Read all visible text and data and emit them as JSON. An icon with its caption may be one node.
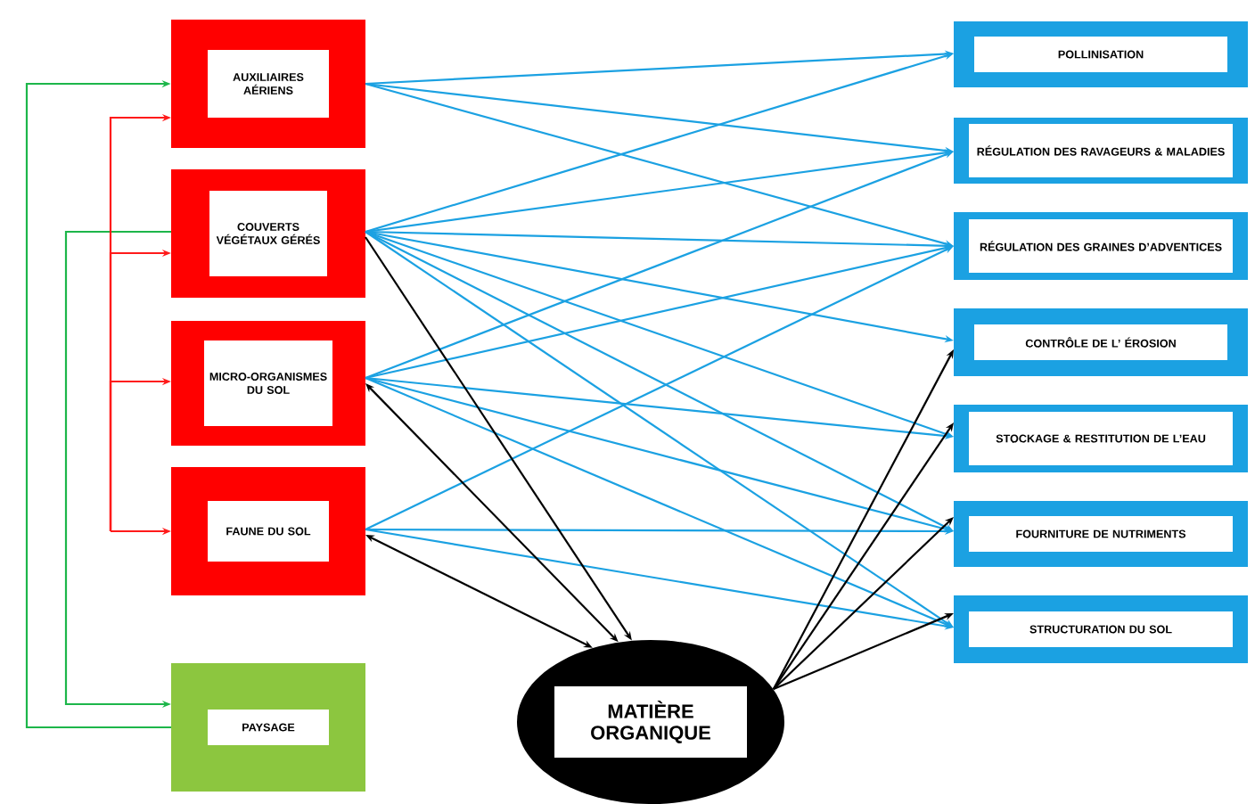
{
  "diagram": {
    "nodes": [
      {
        "text": [
          "AUXILIAIRES AÉRIENS"
        ]
      },
      {
        "text": [
          "COUVERTS VÉGÉTAUX GÉRÉS"
        ]
      },
      {
        "text": [
          "MICRO-ORGANISMES DU SOL"
        ]
      },
      {
        "text": [
          "FAUNE DU SOL"
        ]
      },
      {
        "text": [
          "PAYSAGE"
        ]
      },
      {
        "text": [
          "MATIÈRE ORGANIQUE"
        ]
      },
      {
        "text": [
          "POLLINISATION"
        ]
      },
      {
        "text": [
          "RÉGULATION DES RAVAGEURS & MALADIES"
        ]
      },
      {
        "text": [
          "RÉGULATION DES GRAINES D’ADVENTICES"
        ]
      },
      {
        "text": [
          "CONTRÔLE DE L’ ÉROSION"
        ]
      },
      {
        "text": [
          "STOCKAGE & RESTITUTION DE L’EAU"
        ]
      },
      {
        "text": [
          "FOURNITURE DE NUTRIMENTS"
        ]
      },
      {
        "text": [
          "STRUCTURATION DU SOL"
        ]
      }
    ],
    "edges": [
      {
        "from": 4,
        "to": 0,
        "arrow": "to",
        "color": "#1db64a"
      },
      {
        "from": 1,
        "to": 4,
        "arrow": "to",
        "color": "#1db64a"
      },
      {
        "from": null,
        "to": 0,
        "arrow": "to",
        "color": "#ff1a1a"
      },
      {
        "from": null,
        "to": 1,
        "arrow": "to",
        "color": "#ff1a1a"
      },
      {
        "from": null,
        "to": 2,
        "arrow": "to",
        "color": "#ff1a1a"
      },
      {
        "from": null,
        "to": 3,
        "arrow": "to",
        "color": "#ff1a1a"
      },
      {
        "from": 0,
        "to": 6,
        "arrow": "to"
      },
      {
        "from": 0,
        "to": 7,
        "arrow": "to"
      },
      {
        "from": 0,
        "to": 8,
        "arrow": "to"
      },
      {
        "from": 1,
        "to": 6,
        "arrow": "to"
      },
      {
        "from": 1,
        "to": 7,
        "arrow": "to"
      },
      {
        "from": 1,
        "to": 8,
        "arrow": "to"
      },
      {
        "from": 1,
        "to": 9,
        "arrow": "to"
      },
      {
        "from": 1,
        "to": 10,
        "arrow": "to"
      },
      {
        "from": 1,
        "to": 11,
        "arrow": "to"
      },
      {
        "from": 1,
        "to": 12,
        "arrow": "to"
      },
      {
        "from": 2,
        "to": 7,
        "arrow": "to"
      },
      {
        "from": 2,
        "to": 8,
        "arrow": "to"
      },
      {
        "from": 2,
        "to": 10,
        "arrow": "to"
      },
      {
        "from": 2,
        "to": 11,
        "arrow": "to"
      },
      {
        "from": 2,
        "to": 12,
        "arrow": "to"
      },
      {
        "from": 3,
        "to": 8,
        "arrow": "to"
      },
      {
        "from": 3,
        "to": 11,
        "arrow": "to"
      },
      {
        "from": 3,
        "to": 12,
        "arrow": "to"
      },
      {
        "from": 1,
        "to": 5,
        "arrow": "to",
        "color": "#000000"
      },
      {
        "from": 2,
        "to": 5,
        "arrow": "both",
        "color": "#000000"
      },
      {
        "from": 3,
        "to": 5,
        "arrow": "both",
        "color": "#000000"
      },
      {
        "from": 5,
        "to": 9,
        "arrow": "to",
        "color": "#000000"
      },
      {
        "from": 5,
        "to": 10,
        "arrow": "to",
        "color": "#000000"
      },
      {
        "from": 5,
        "to": 11,
        "arrow": "to",
        "color": "#000000"
      },
      {
        "from": 5,
        "to": 12,
        "arrow": "to",
        "color": "#000000"
      }
    ]
  }
}
